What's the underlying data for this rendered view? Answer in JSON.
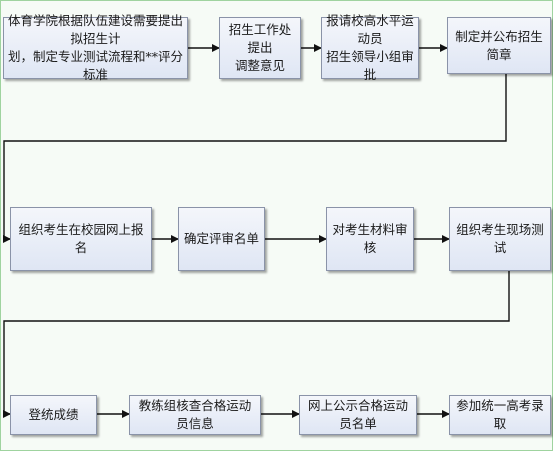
{
  "steps": [
    {
      "id": "s1",
      "text": "体育学院根据队伍建设需要提出拟招生计\n划，制定专业测试流程和**评分标准"
    },
    {
      "id": "s2",
      "text": "招生工作处提出\n调整意见"
    },
    {
      "id": "s3",
      "text": "报请校高水平运动员\n招生领导小组审批"
    },
    {
      "id": "s4",
      "text": "制定并公布招生简章"
    },
    {
      "id": "s5",
      "text": "组织考生在校园网上报名"
    },
    {
      "id": "s6",
      "text": "确定评审名单"
    },
    {
      "id": "s7",
      "text": "对考生材料审核"
    },
    {
      "id": "s8",
      "text": "组织考生现场测试"
    },
    {
      "id": "s9",
      "text": "登统成绩"
    },
    {
      "id": "s10",
      "text": "教练组核查合格运动员信息"
    },
    {
      "id": "s11",
      "text": "网上公示合格运动员名单"
    },
    {
      "id": "s12",
      "text": "参加统一高考录取"
    }
  ],
  "colors": {
    "box_fill_top": "#f4f6fb",
    "box_fill_bottom": "#dfe6f4",
    "box_border": "#8a93a8",
    "arrow": "#111111",
    "frame": "#9fd39f"
  }
}
